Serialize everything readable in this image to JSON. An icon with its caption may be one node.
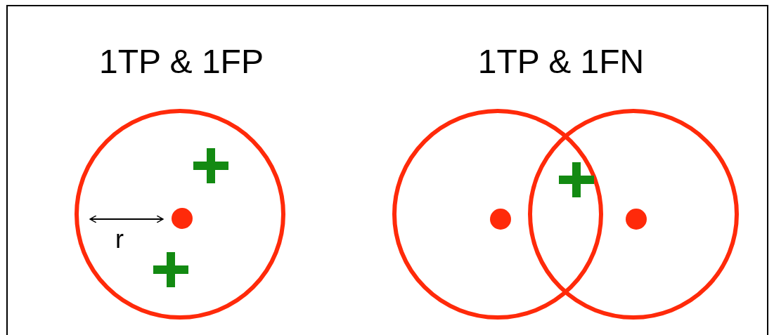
{
  "diagram": {
    "labels": [
      "1TP & 1FP",
      "1TP & 1FN",
      "r"
    ]
  }
}
